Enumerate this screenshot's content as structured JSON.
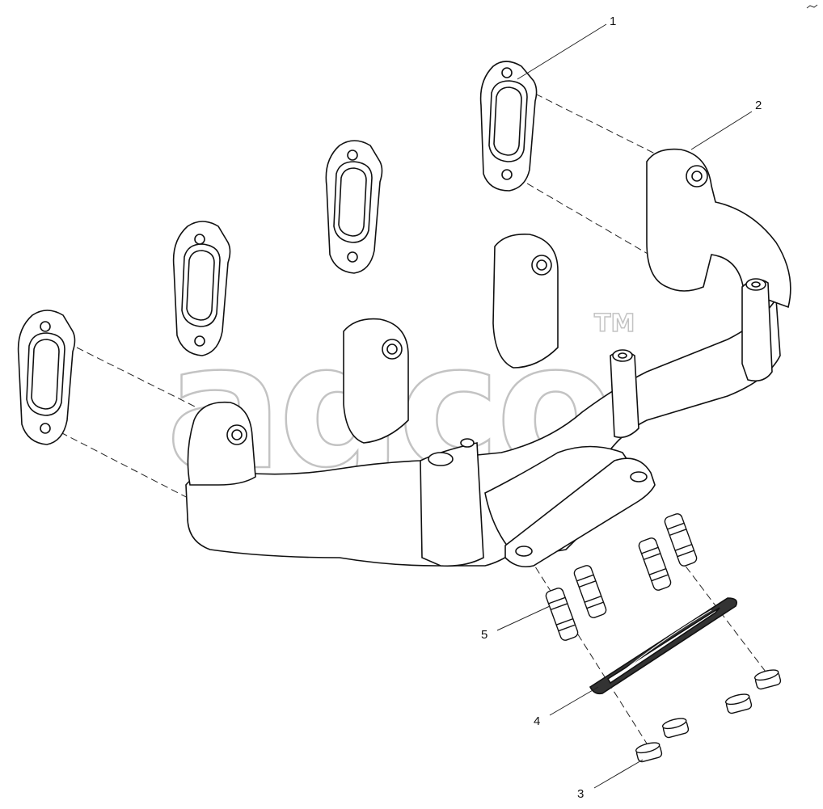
{
  "diagram": {
    "watermark": {
      "text": "agco",
      "tm": "TM"
    },
    "callouts": [
      {
        "id": "1",
        "label": "1"
      },
      {
        "id": "2",
        "label": "2"
      },
      {
        "id": "3",
        "label": "3"
      },
      {
        "id": "4",
        "label": "4"
      },
      {
        "id": "5",
        "label": "5"
      }
    ]
  }
}
